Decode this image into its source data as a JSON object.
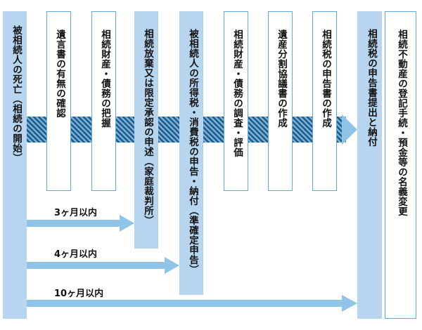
{
  "columns": [
    {
      "id": "death",
      "label": "被相続人の死亡（相続の開始）",
      "style": "filled"
    },
    {
      "id": "will",
      "label": "遺言書の有無の確認",
      "style": "outline"
    },
    {
      "id": "assets",
      "label": "相続財産・債務の把握",
      "style": "outline"
    },
    {
      "id": "renounce",
      "label": "相続放棄又は限定承認の申述（家庭裁判所）",
      "style": "filled"
    },
    {
      "id": "income-tax",
      "label": "被相続人の所得税・消費税の申告・納付（準確定申告）",
      "style": "filled"
    },
    {
      "id": "survey",
      "label": "相続財産・債務の調査・評価",
      "style": "outline"
    },
    {
      "id": "division",
      "label": "遺産分割協議書の作成",
      "style": "outline"
    },
    {
      "id": "return",
      "label": "相続税の申告書の作成",
      "style": "outline"
    },
    {
      "id": "filing",
      "label": "相続税の申告書提出と納付",
      "style": "filled"
    },
    {
      "id": "registration",
      "label": "相続不動産の登記手続・預金等の名義変更",
      "style": "outline"
    }
  ],
  "deadlines": [
    {
      "label": "3ヶ月以内",
      "target": "renounce"
    },
    {
      "label": "4ヶ月以内",
      "target": "income-tax"
    },
    {
      "label": "10ヶ月以内",
      "target": "filing"
    }
  ],
  "colors": {
    "fill": "#b7d5ee",
    "outline": "#5ea9d8",
    "band_dark": "#1c5c87",
    "band_light": "#7fb5dc",
    "arrow": "#8fc4e6"
  }
}
